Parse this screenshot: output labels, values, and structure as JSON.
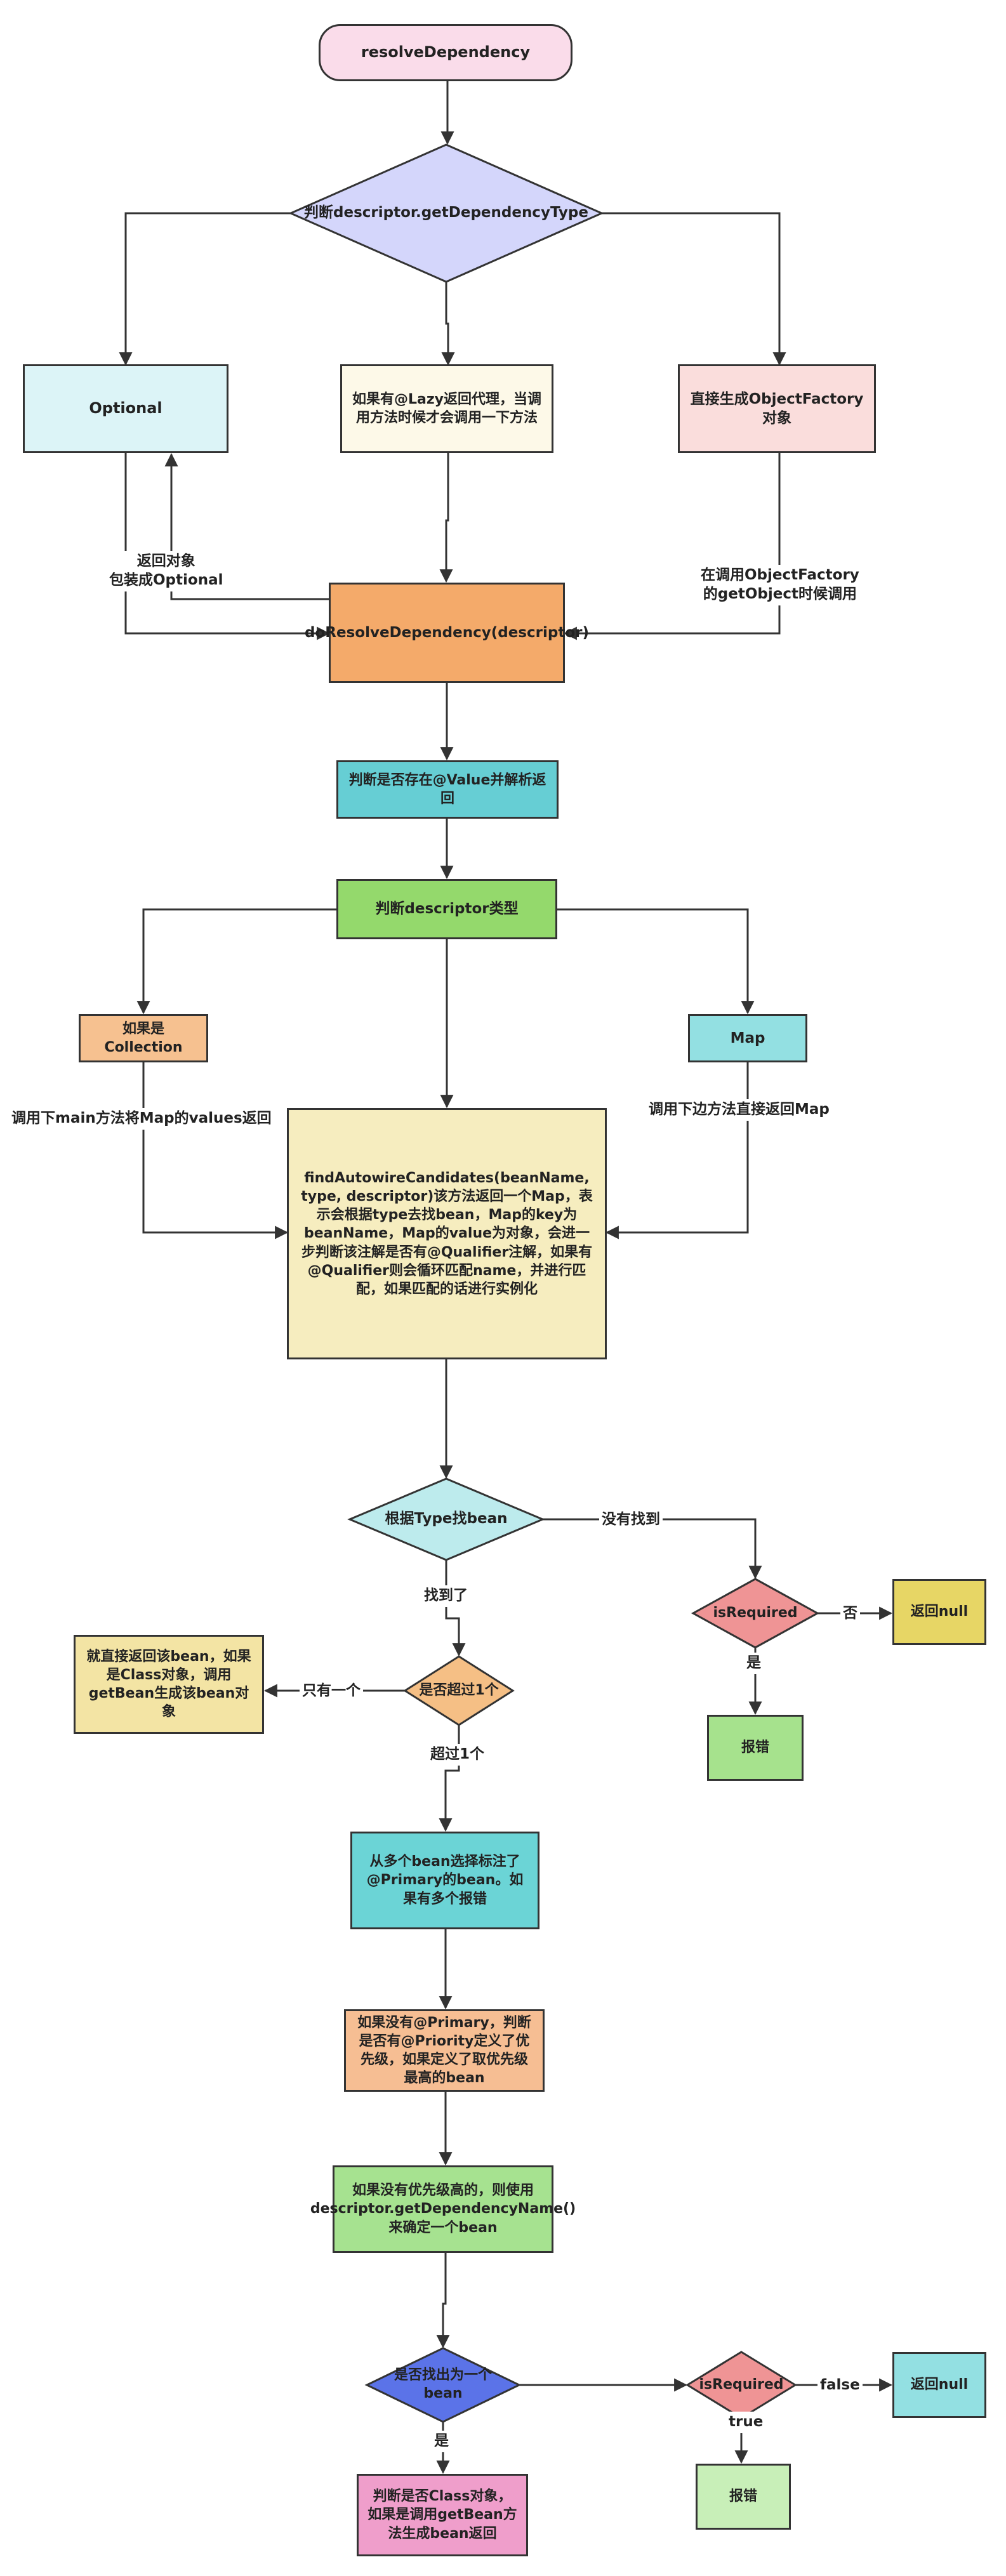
{
  "diagram": {
    "nodes": {
      "start": "resolveDependency",
      "judge_type": "判断descriptor.getDependencyType",
      "optional": "Optional",
      "lazy": "如果有@Lazy返回代理，当调用方法时候才会调用一下方法",
      "object_factory": "直接生成ObjectFactory对象",
      "do_resolve": "doResolveDependency(descriptor)",
      "value_check": "判断是否存在@Value并解析返回",
      "judge_descriptor": "判断descriptor类型",
      "collection": "如果是Collection",
      "map": "Map",
      "find_candidates": "findAutowireCandidates(beanName, type, descriptor)该方法返回一个Map，表示会根据type去找bean，Map的key为beanName，Map的value为对象，会进一步判断该注解是否有@Qualifier注解，如果有@Qualifier则会循环匹配name，并进行匹配，如果匹配的话进行实例化",
      "find_by_type": "根据Type找bean",
      "is_required_1": "isRequired",
      "return_null_1": "返回null",
      "error_1": "报错",
      "over_one": "是否超过1个",
      "return_bean": "就直接返回该bean，如果是Class对象，调用getBean生成该bean对象",
      "primary": "从多个bean选择标注了@Primary的bean。如果有多个报错",
      "priority": "如果没有@Primary，判断是否有@Priority定义了优先级，如果定义了取优先级最高的bean",
      "descriptor_name": "如果没有优先级高的，则使用descriptor.getDependencyName()来确定一个bean",
      "found_one": "是否找出为一个bean",
      "is_required_2": "isRequired",
      "return_null_2": "返回null",
      "class_object": "判断是否Class对象，如果是调用getBean方法生成bean返回",
      "error_2": "报错"
    },
    "edge_labels": {
      "return_optional": "返回对象\n包装成Optional",
      "object_factory_call": "在调用ObjectFactory\n的getObject时候调用",
      "collection_call": "调用下main方法将Map的values返回",
      "map_call": "调用下边方法直接返回Map",
      "not_found": "没有找到",
      "found": "找到了",
      "no": "否",
      "yes_1": "是",
      "only_one": "只有一个",
      "more_than_one": "超过1个",
      "false_label": "false",
      "true_label": "true",
      "yes_2": "是"
    },
    "colors": {
      "start": "#fadcea",
      "judge_type": "#d4d6fb",
      "optional": "#dcf4f7",
      "lazy": "#fdf9e8",
      "object_factory": "#fadddc",
      "do_resolve": "#f4aa6a",
      "value_check": "#66ced4",
      "judge_descriptor": "#94d96c",
      "collection": "#f6c190",
      "map": "#93e0e2",
      "find_candidates": "#f6edbf",
      "find_by_type": "#bdebed",
      "is_required_1": "#ef9495",
      "return_null_1": "#e7d665",
      "error_1": "#a6e28d",
      "over_one": "#f5bf85",
      "return_bean": "#f3e4a4",
      "primary": "#6bd4d6",
      "priority": "#f6be93",
      "descriptor_name": "#a6e290",
      "found_one": "#5b73e8",
      "is_required_2": "#ef9495",
      "return_null_2": "#93e0e2",
      "class_object": "#ef9ecb",
      "error_2": "#c8efb8"
    }
  }
}
